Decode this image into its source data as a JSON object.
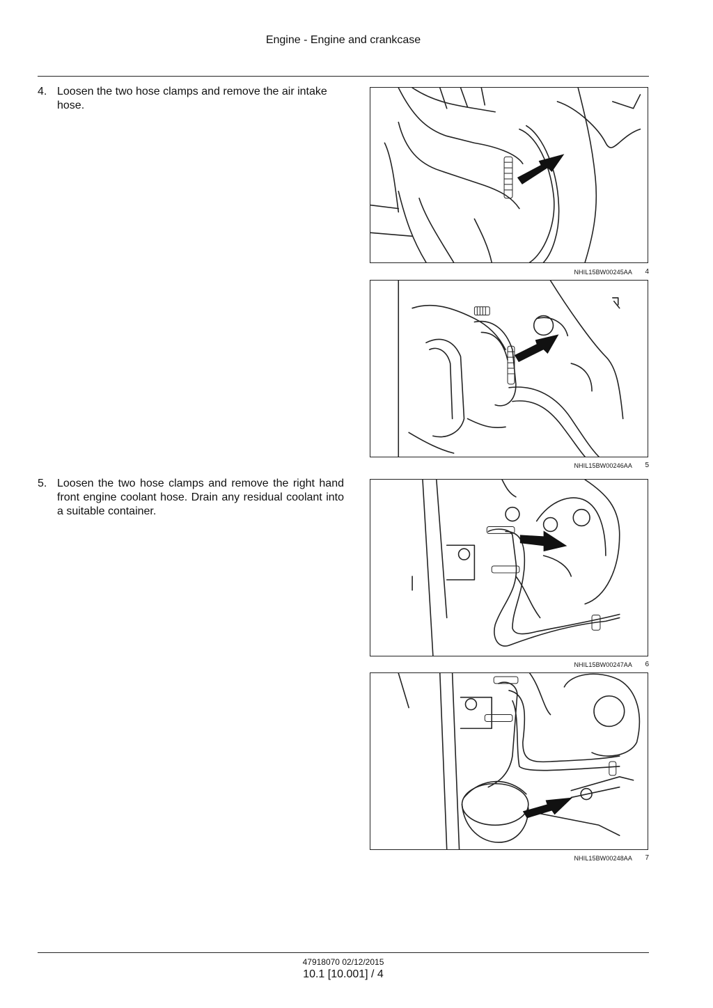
{
  "header": {
    "title": "Engine - Engine and crankcase"
  },
  "steps": [
    {
      "number": "4.",
      "text": "Loosen the two hose clamps and remove the air intake hose."
    },
    {
      "number": "5.",
      "text": "Loosen the two hose clamps and remove the right hand front engine coolant hose.  Drain any residual coolant into a suitable container."
    }
  ],
  "figures": [
    {
      "code": "NHIL15BW00245AA",
      "number": "4"
    },
    {
      "code": "NHIL15BW00246AA",
      "number": "5"
    },
    {
      "code": "NHIL15BW00247AA",
      "number": "6"
    },
    {
      "code": "NHIL15BW00248AA",
      "number": "7"
    }
  ],
  "footer": {
    "doc_id": "47918070 02/12/2015",
    "page": "10.1 [10.001] / 4"
  }
}
